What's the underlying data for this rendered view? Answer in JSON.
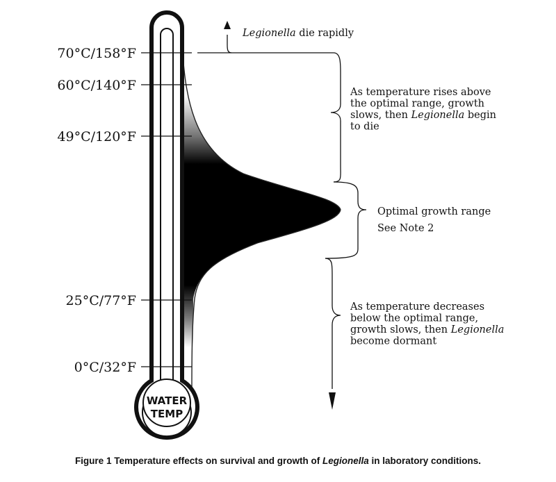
{
  "thermometer": {
    "bulb_text": [
      "WATER",
      "TEMP"
    ],
    "scale": [
      {
        "label": "70°C/158°F"
      },
      {
        "label": "60°C/140°F"
      },
      {
        "label": "49°C/120°F"
      },
      {
        "label": "25°C/77°F"
      },
      {
        "label": "0°C/32°F"
      }
    ]
  },
  "annotations": {
    "top": {
      "italic": "Legionella",
      "rest": " die rapidly"
    },
    "upper": {
      "lines": [
        [
          {
            "t": "As temperature rises above",
            "i": false
          }
        ],
        [
          {
            "t": "the optimal range, growth",
            "i": false
          }
        ],
        [
          {
            "t": "slows, then ",
            "i": false
          },
          {
            "t": "Legionella",
            "i": true
          },
          {
            "t": " begin",
            "i": false
          }
        ],
        [
          {
            "t": "to die",
            "i": false
          }
        ]
      ]
    },
    "optimal": {
      "line1": "Optimal growth range",
      "line2": "See Note 2"
    },
    "lower": {
      "lines": [
        [
          {
            "t": "As temperature decreases",
            "i": false
          }
        ],
        [
          {
            "t": "below the optimal range,",
            "i": false
          }
        ],
        [
          {
            "t": "growth slows, then ",
            "i": false
          },
          {
            "t": "Legionella",
            "i": true
          }
        ],
        [
          {
            "t": "become dormant",
            "i": false
          }
        ]
      ]
    }
  },
  "caption": {
    "prefix": "Figure 1  Temperature effects on survival and growth of ",
    "italic": "Legionella",
    "suffix": " in laboratory conditions."
  }
}
